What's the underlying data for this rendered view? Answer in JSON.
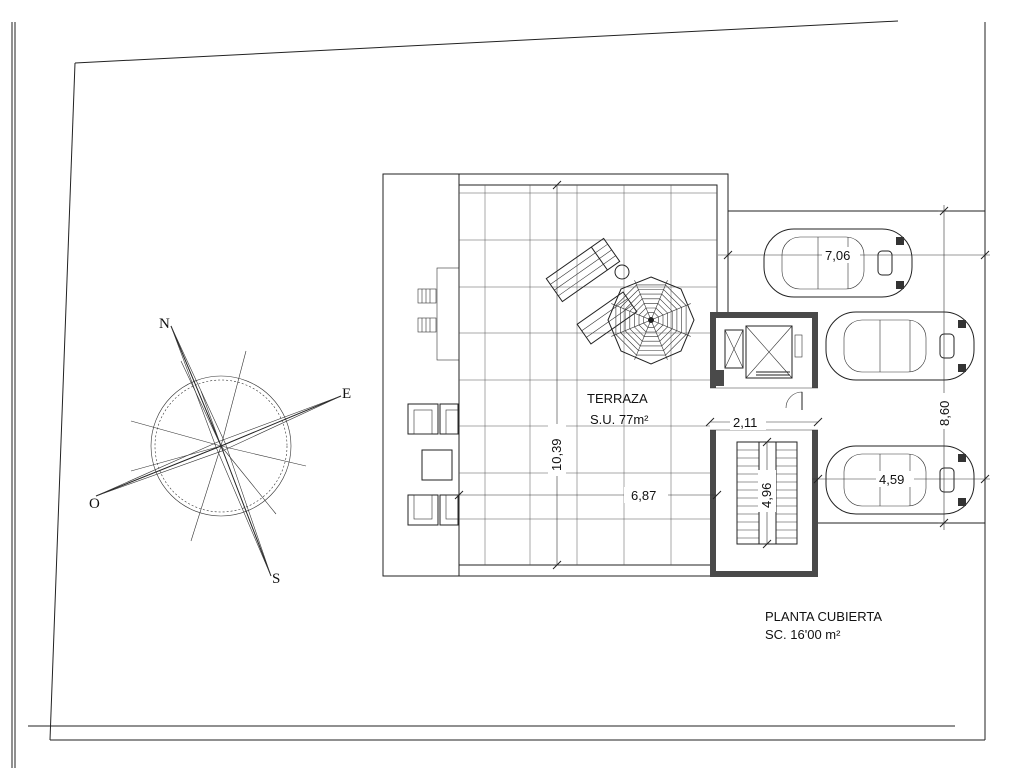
{
  "labels": {
    "terrace_name": "TERRAZA",
    "terrace_area": "S.U. 77m²",
    "plan_title": "PLANTA CUBIERTA",
    "plan_area": "SC. 16'00 m²"
  },
  "dimensions": {
    "terrace_height": "10,39",
    "terrace_width": "6,87",
    "landing_width": "2,11",
    "stair_length": "4,96",
    "parking_top": "7,06",
    "parking_bottom": "4,59",
    "parking_height": "8,60"
  },
  "compass": {
    "north": "N",
    "east": "E",
    "south": "S",
    "west": "O"
  },
  "icons": {
    "compass": "compass-rose-icon",
    "umbrella": "parasol-icon",
    "lounger": "sun-lounger-icon",
    "car": "car-icon",
    "chair": "armchair-icon"
  }
}
